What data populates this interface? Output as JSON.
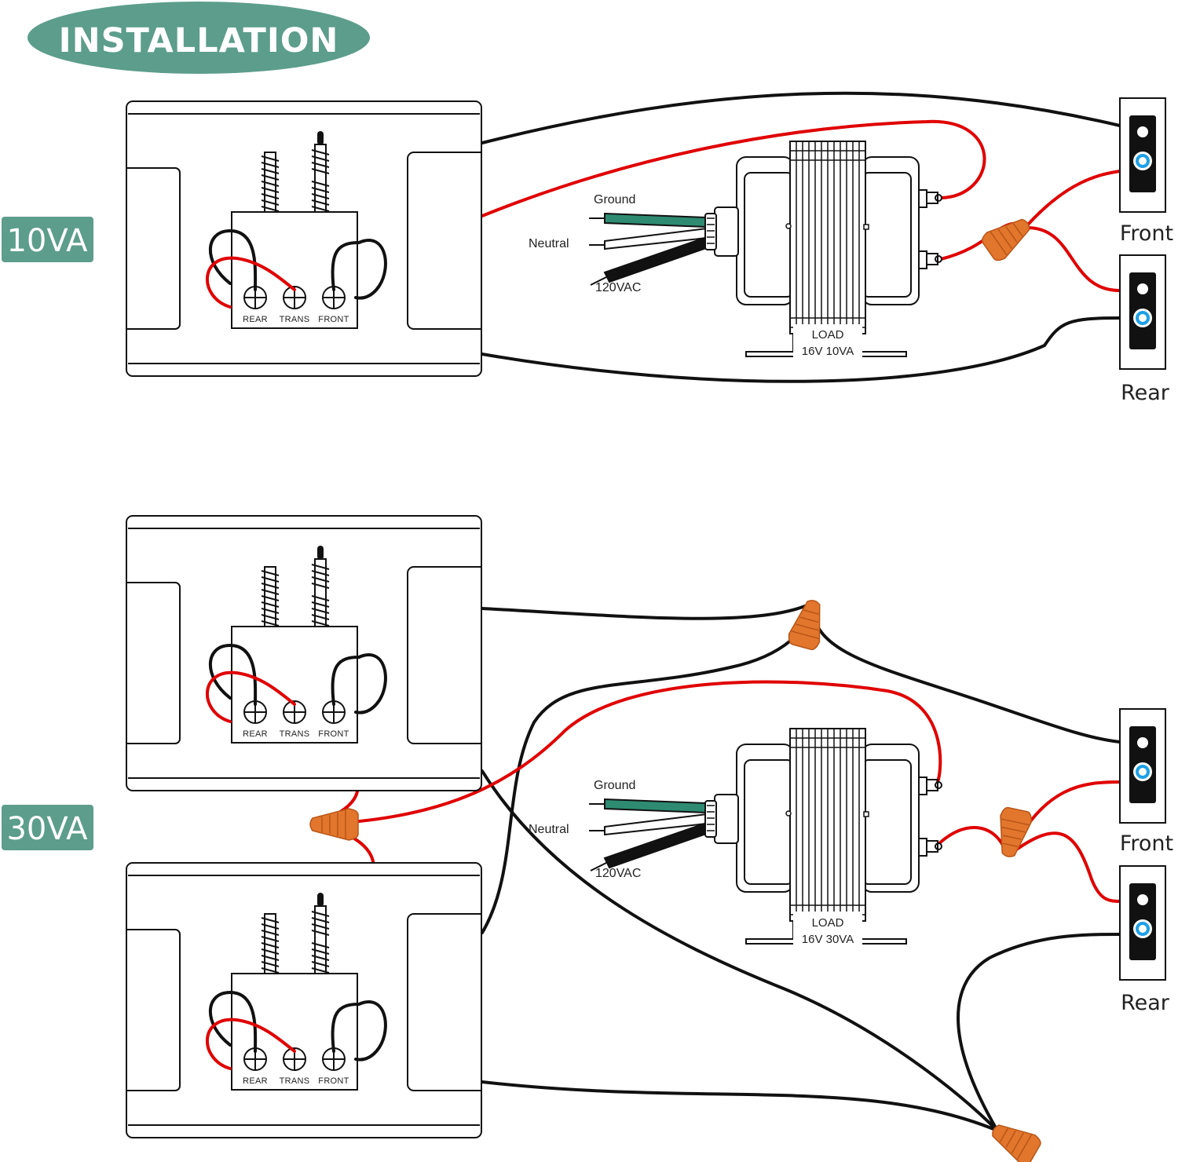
{
  "title": "INSTALLATION",
  "colors": {
    "badge": "#5c9d8b",
    "wire_red": "#e00000",
    "wire_black": "#111111",
    "wire_green": "#2e8b72",
    "connector": "#e2762d",
    "button_light": "#1ea0e6"
  },
  "sections": [
    {
      "badge": "10VA",
      "chimes": [
        {
          "terminals": [
            "REAR",
            "TRANS",
            "FRONT"
          ]
        }
      ],
      "transformer": {
        "leads": {
          "ground": "Ground",
          "neutral": "Neutral",
          "hot": "120VAC"
        },
        "rating_title": "LOAD",
        "rating_value": "16V 10VA"
      },
      "buttons": {
        "front": "Front",
        "rear": "Rear"
      }
    },
    {
      "badge": "30VA",
      "chimes": [
        {
          "terminals": [
            "REAR",
            "TRANS",
            "FRONT"
          ]
        },
        {
          "terminals": [
            "REAR",
            "TRANS",
            "FRONT"
          ]
        }
      ],
      "transformer": {
        "leads": {
          "ground": "Ground",
          "neutral": "Neutral",
          "hot": "120VAC"
        },
        "rating_title": "LOAD",
        "rating_value": "16V 30VA"
      },
      "buttons": {
        "front": "Front",
        "rear": "Rear"
      }
    }
  ]
}
